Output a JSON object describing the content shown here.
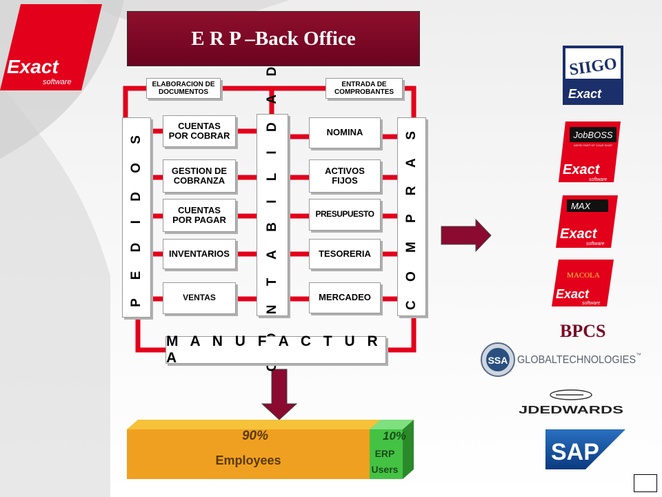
{
  "title": "E R P –Back Office",
  "top_labels": {
    "elaboracion": "ELABORACION DE\nDOCUMENTOS",
    "entrada": "ENTRADA DE\nCOMPROBANTES"
  },
  "columns": {
    "pedidos": "P E D I D O S",
    "contabilidad": "C O N T A B I L I D A D",
    "compras": "C O M P R A S"
  },
  "left_modules": [
    "CUENTAS\nPOR COBRAR",
    "GESTION DE\nCOBRANZA",
    "CUENTAS\nPOR PAGAR",
    "INVENTARIOS",
    "VENTAS"
  ],
  "right_modules": [
    "NOMINA",
    "ACTIVOS\nFIJOS",
    "PRESUPUESTO",
    "TESORERIA",
    "MERCADEO"
  ],
  "manufactura": "M A N U F A C T U R A",
  "bar": {
    "employees_pct": "90%",
    "employees_label": "Employees",
    "erp_pct": "10%",
    "erp_label_1": "ERP",
    "erp_label_2": "Users"
  },
  "brand_logo": {
    "main": "Exact",
    "sub": "software"
  },
  "vendor_logos": {
    "siigo": "SIIGO",
    "jobboss": "JobBOSS",
    "jobboss_tag": "WE'RE PART OF YOUR SHOP",
    "max": "MAX",
    "macola": "MACOLA",
    "exact": "Exact",
    "exact_sub": "software",
    "bpcs": "BPCS",
    "ssa_badge": "SSA",
    "ssa_name": "GLOBALTECHNOLOGIES",
    "ssa_tm": "™",
    "jde": "JDEDWARDS",
    "sap": "SAP"
  },
  "colors": {
    "accent_red": "#e3001b",
    "title_maroon": "#7a0a25",
    "bar_orange": "#f0a020",
    "bar_green": "#44c244"
  }
}
